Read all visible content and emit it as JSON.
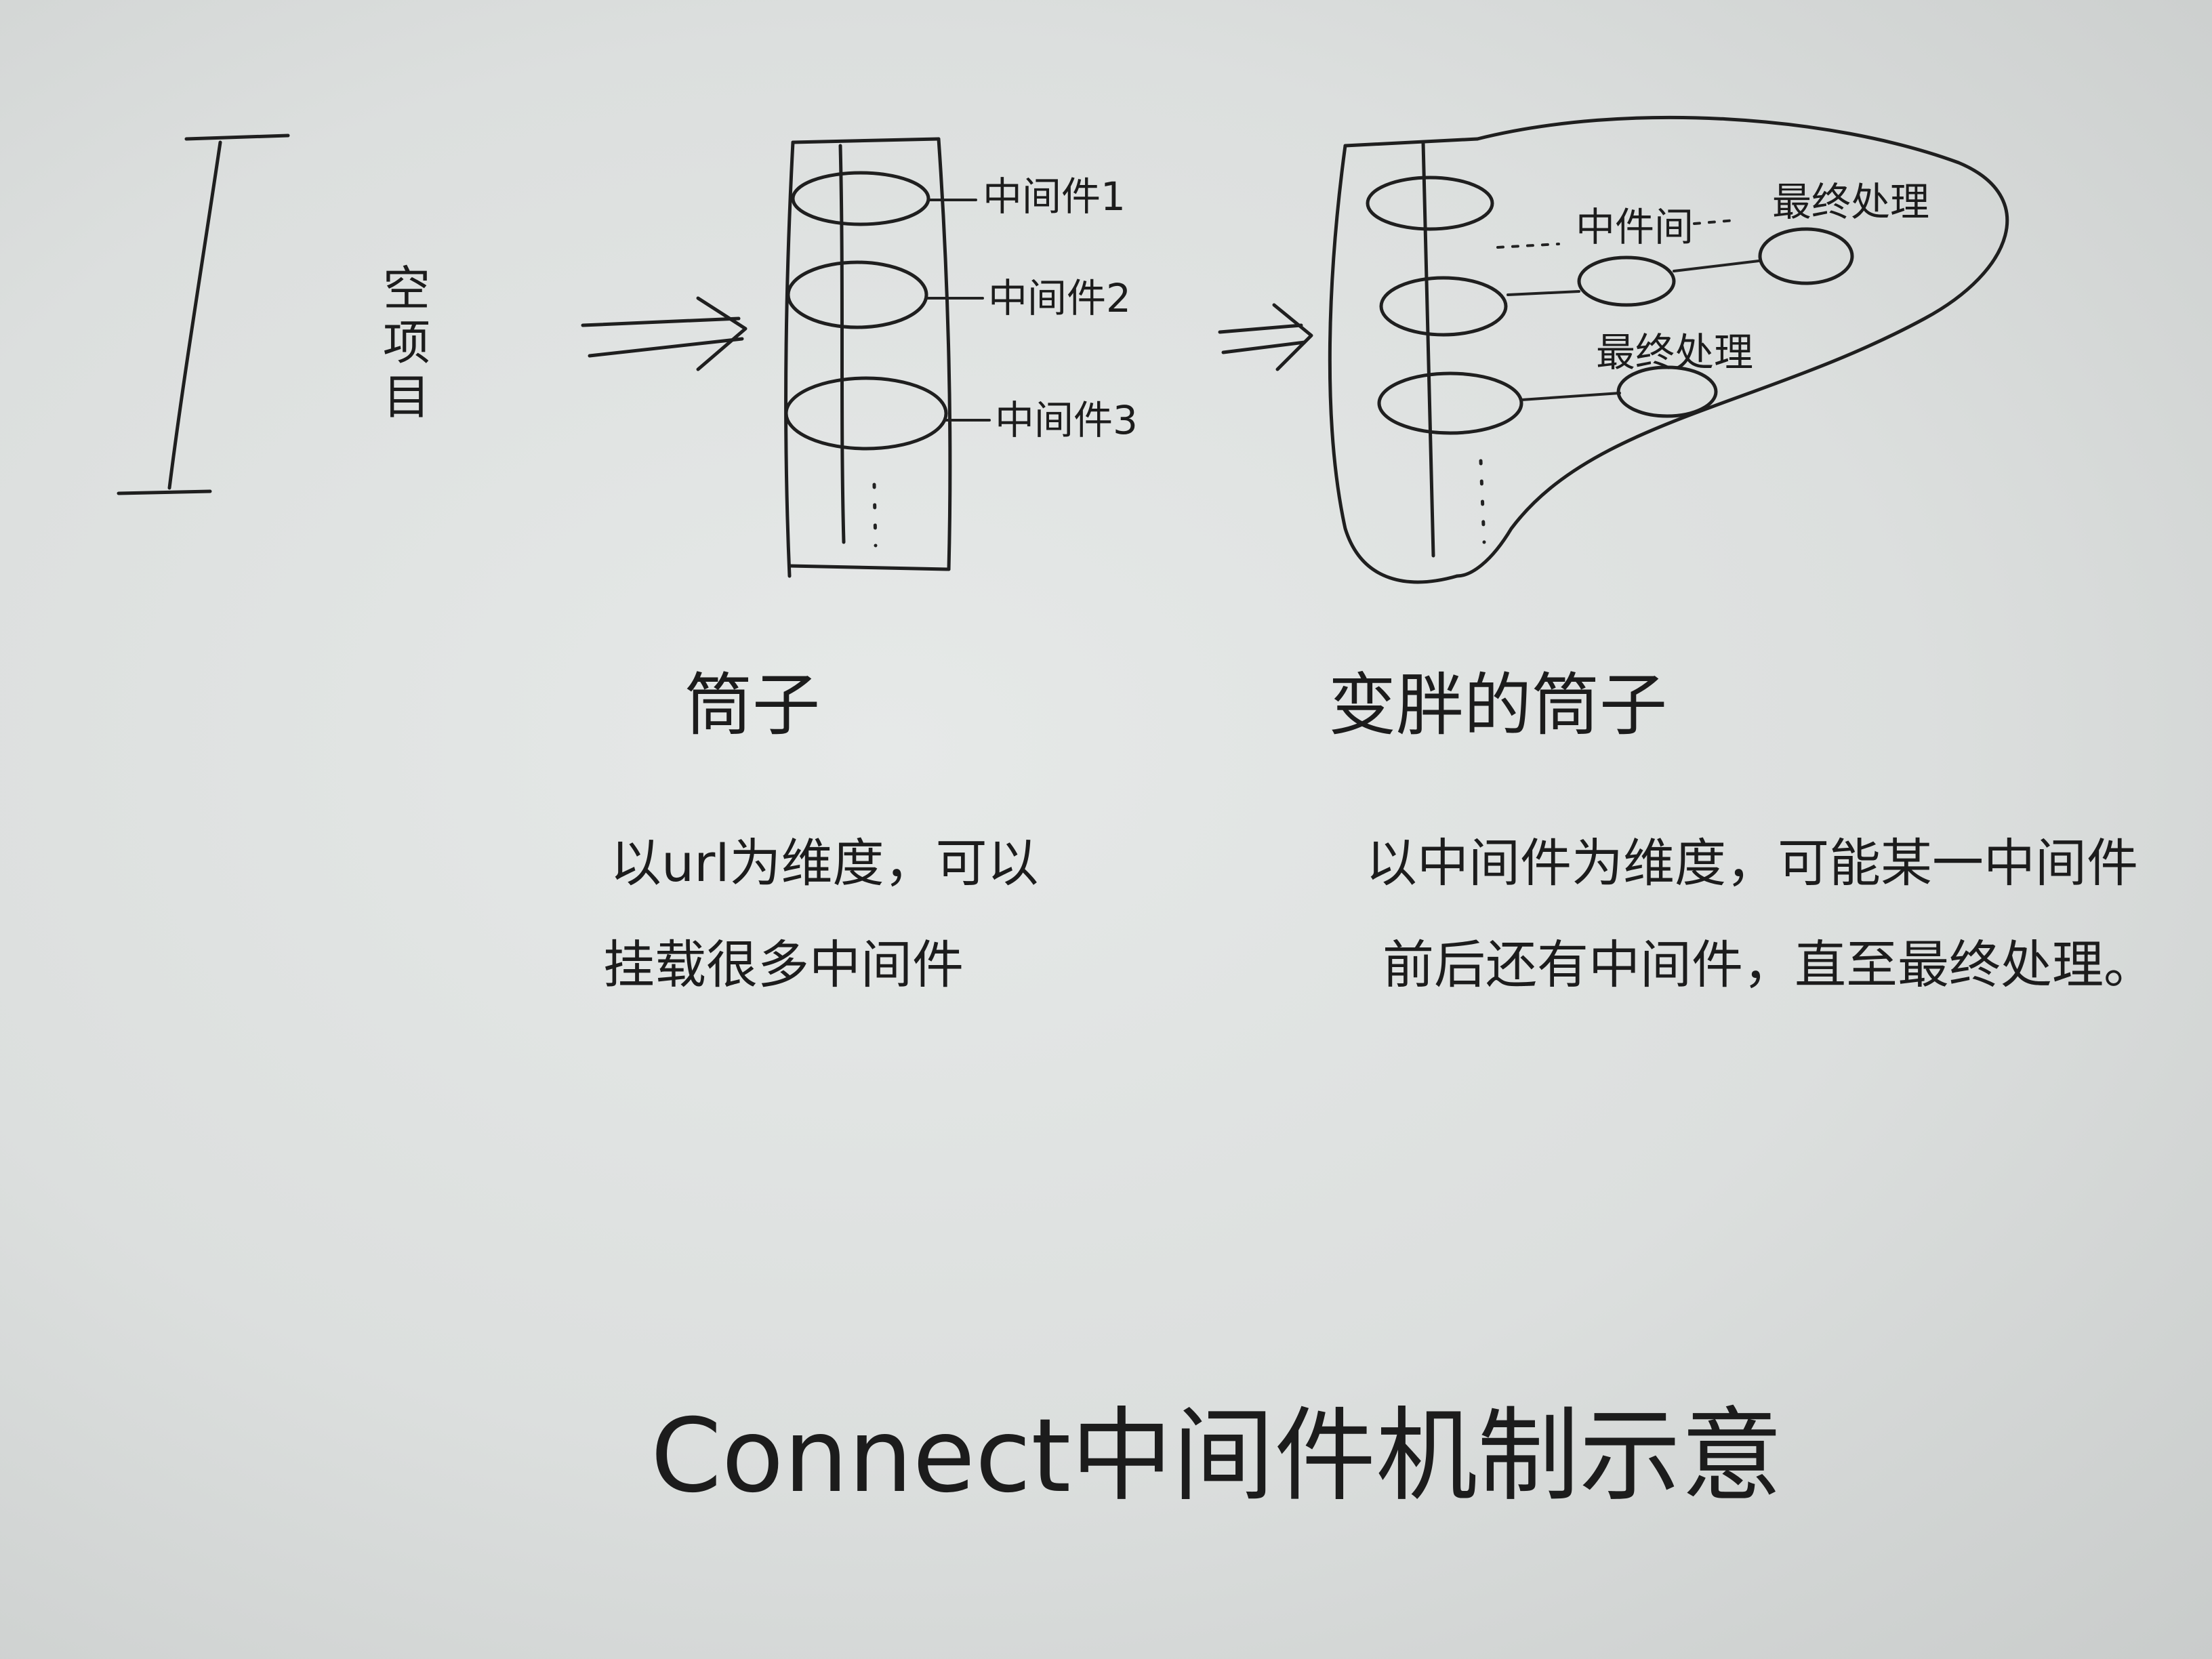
{
  "empty_project": {
    "chars": [
      "空",
      "项",
      "目"
    ]
  },
  "tube": {
    "labels": [
      "中间件1",
      "中间件2",
      "中间件3"
    ],
    "caption": "筒子",
    "description": [
      "以url为维度，可以",
      "挂载很多中间件"
    ]
  },
  "fat_tube": {
    "branch_top_middleware": "中件间",
    "branch_top_final": "最终处理",
    "branch_lower_final": "最终处理",
    "caption": "变胖的筒子",
    "description": [
      "以中间件为维度，可能某一中间件",
      "前后还有中间件，直至最终处理。"
    ]
  },
  "title": "Connect中间件机制示意"
}
